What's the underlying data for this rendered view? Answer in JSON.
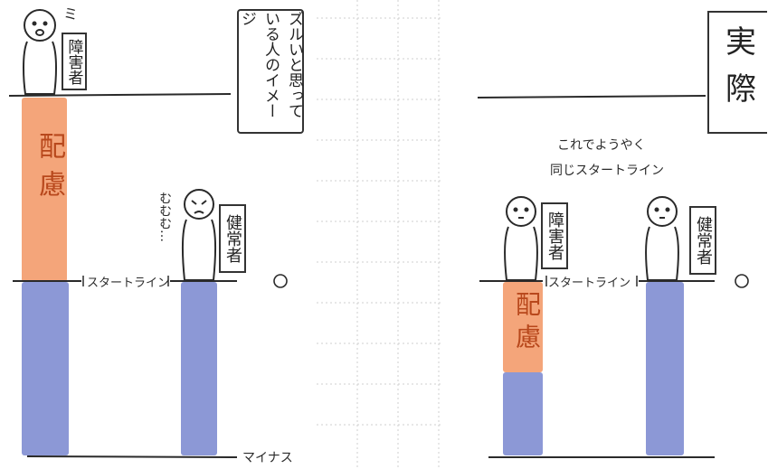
{
  "colors": {
    "orange": "#f4a57a",
    "blue": "#8c98d6",
    "ink": "#2a2a2a",
    "grid": "#cfcfcf",
    "orange_text": "#b8481c"
  },
  "left": {
    "caption": "ズルいと思っている人のイメージ",
    "disabled_label": "障害者",
    "healthy_label": "健常者",
    "consideration_label": "配慮",
    "mumble": "むむむ…",
    "start_line": "スタートライン",
    "zero": "O",
    "minus": "マイナス",
    "exclaim": "ミ"
  },
  "right": {
    "title": "実際",
    "note_line1": "これでようやく",
    "note_line2": "同じスタートライン",
    "disabled_label": "障害者",
    "healthy_label": "健常者",
    "consideration_label": "配慮",
    "start_line": "スタートライン",
    "zero": "O"
  }
}
